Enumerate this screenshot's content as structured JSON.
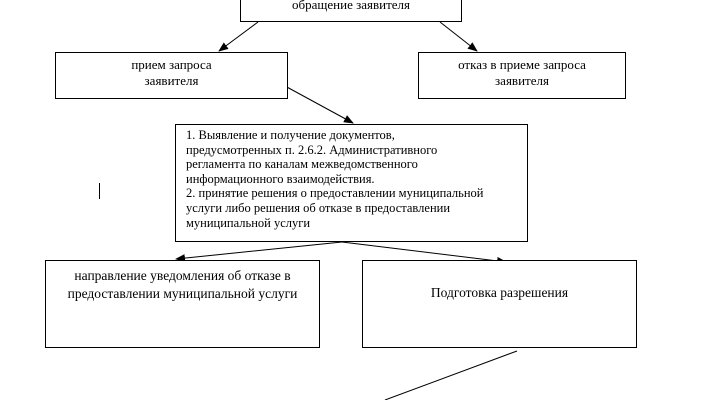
{
  "diagram": {
    "start_box": {
      "text": "обращение заявителя"
    },
    "accept_box": {
      "line1": "прием запроса",
      "line2": "заявителя"
    },
    "refuse_box": {
      "line1": "отказ в приеме запроса",
      "line2": "заявителя"
    },
    "steps_box": {
      "lines": [
        "1.    Выявление и получение документов,",
        "предусмотренных п. 2.6.2. Административного",
        "регламента по каналам межведомственного",
        "информационного взаимодействия.",
        "2. принятие решения о предоставлении муниципальной",
        "услуги либо решения об отказе в предоставлении",
        "муниципальной  услуги"
      ]
    },
    "notify_box": {
      "line1": "направление уведомления об отказе в",
      "line2": "предоставлении муниципальной  услуги"
    },
    "permit_box": {
      "text": "Подготовка разрешения"
    }
  }
}
